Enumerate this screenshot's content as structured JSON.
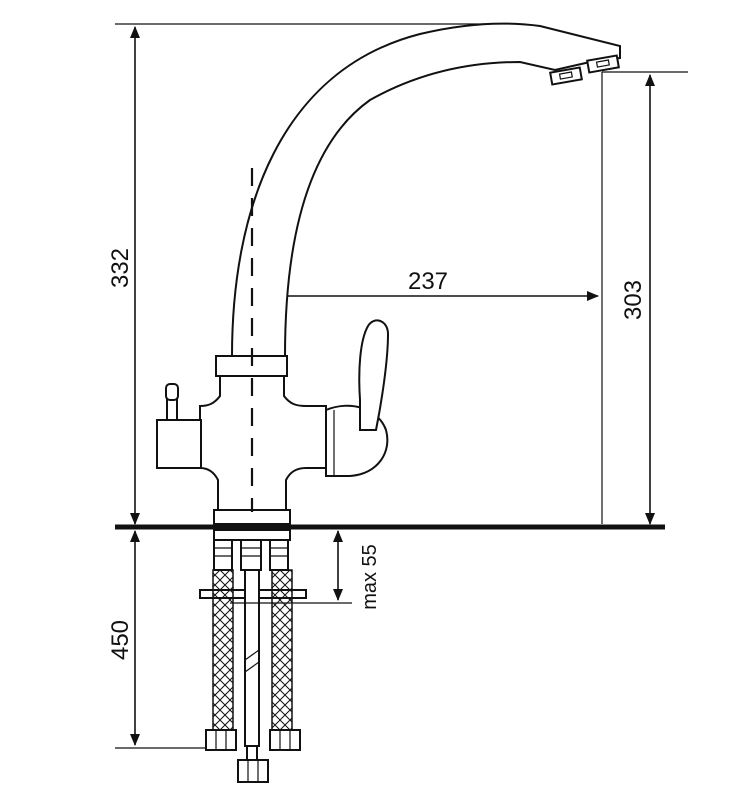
{
  "dimensions": {
    "total_height": "332",
    "spout_reach": "237",
    "spout_height": "303",
    "hose_length": "450",
    "max_thickness": "max 55"
  },
  "colors": {
    "line": "#111111",
    "background": "#ffffff"
  }
}
